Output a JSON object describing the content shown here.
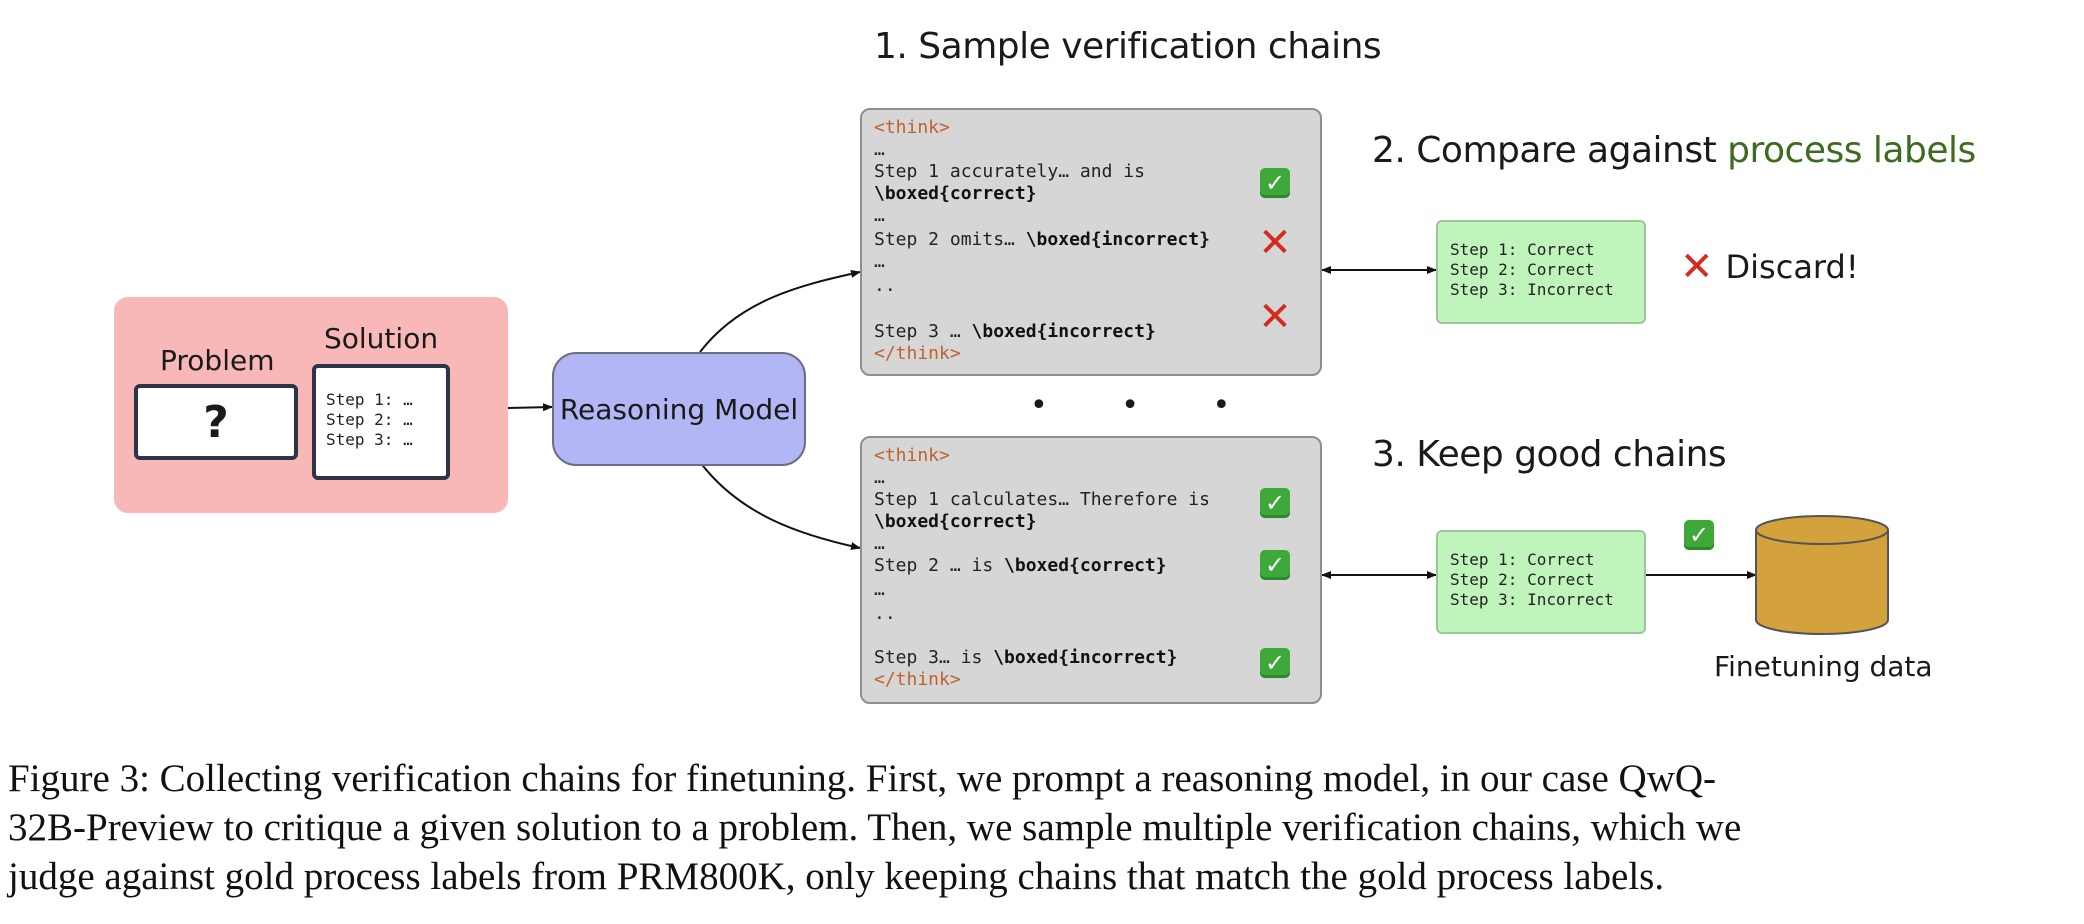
{
  "steps": {
    "step1_title": "1. Sample verification chains",
    "step2_title_prefix": "2. Compare against ",
    "step2_title_accent": "process labels",
    "step3_title": "3. Keep good chains"
  },
  "input": {
    "problem_label": "Problem",
    "problem_symbol": "?",
    "solution_label": "Solution",
    "solution_lines": "Step 1: …\nStep 2: …\nStep 3: …"
  },
  "model": {
    "label": "Reasoning Model"
  },
  "chain_top": {
    "open_tag": "<think>",
    "ellipsis1": "…",
    "step1_text": "Step 1 accurately… and is",
    "step1_boxed": "\\boxed{correct}",
    "ellipsis2": "…",
    "step2_text": "Step 2 omits… ",
    "step2_boxed": "\\boxed{incorrect}",
    "ellipsis3": "…",
    "ellipsis4": "..",
    "step3_text": "Step 3 … ",
    "step3_boxed": "\\boxed{incorrect}",
    "close_tag": "</think>",
    "marks": [
      "check",
      "cross",
      "cross"
    ]
  },
  "between_dots": "• • •",
  "chain_bottom": {
    "open_tag": "<think>",
    "ellipsis1": "…",
    "step1_text": "Step 1 calculates… Therefore is",
    "step1_boxed": "\\boxed{correct}",
    "ellipsis2": "…",
    "step2_text": "Step 2 … is ",
    "step2_boxed": "\\boxed{correct}",
    "ellipsis3": "…",
    "ellipsis4": "..",
    "step3_text": "Step 3… is ",
    "step3_boxed": "\\boxed{incorrect}",
    "close_tag": "</think>",
    "marks": [
      "check",
      "check",
      "check"
    ]
  },
  "process_labels_top": "Step 1: Correct\nStep 2: Correct\nStep 3: Incorrect",
  "process_labels_bottom": "Step 1: Correct\nStep 2: Correct\nStep 3: Incorrect",
  "discard": {
    "icon": "✕",
    "label": "Discard!"
  },
  "keep": {
    "icon": "✓",
    "db_label": "Finetuning data"
  },
  "icons": {
    "check": "✓",
    "cross": "✕"
  },
  "colors": {
    "input_panel": "#f8b8b8",
    "model_box": "#b3b6f5",
    "chain_box": "#d6d6d6",
    "labels_box": "#bff5bb",
    "database": "#d4a23c",
    "think_tag": "#c0622a",
    "accent_green": "#3d6b1f",
    "check_green": "#3fa83a",
    "cross_red": "#d42a20"
  },
  "caption": {
    "line1": "Figure 3: Collecting verification chains for finetuning. First, we prompt a reasoning model, in our case QwQ-",
    "line2": "32B-Preview to critique a given solution to a problem. Then, we sample multiple verification chains, which we",
    "line3": "judge against gold process labels from PRM800K, only keeping chains that match the gold process labels."
  }
}
